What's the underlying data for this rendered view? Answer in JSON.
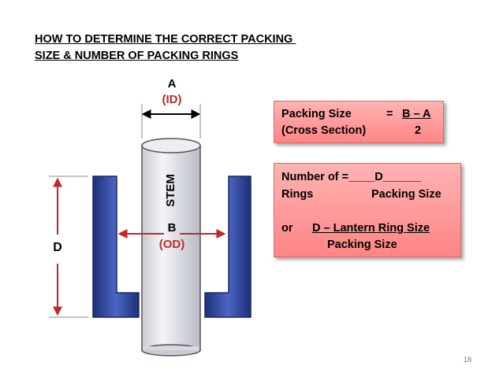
{
  "title": {
    "line1": "HOW TO DETERMINE THE CORRECT PACKING ",
    "line2": "SIZE & NUMBER OF PACKING RINGS"
  },
  "diagram": {
    "a_label": "A",
    "id_label": "(ID)",
    "stem_label": "STEM",
    "b_label": "B",
    "od_label": "(OD)",
    "d_label": "D"
  },
  "formula_box": {
    "line1_left": "Packing Size",
    "line1_eq": "= ",
    "line1_expr": "B – A",
    "line2_left": "(Cross Section)",
    "line2_denominator": "2"
  },
  "rings_box": {
    "row1_left": "Number of =",
    "row1_numerator": "____D______",
    "row2_left": "Rings",
    "row2_right": "Packing Size",
    "or_label": "or",
    "alt_numerator": "D – Lantern Ring Size",
    "alt_denominator": "Packing Size"
  },
  "colors": {
    "accent_red": "#c0282a",
    "box_fill": "#ff9a9a",
    "gland_blue": "#2b3f8c"
  },
  "page_number": "18"
}
